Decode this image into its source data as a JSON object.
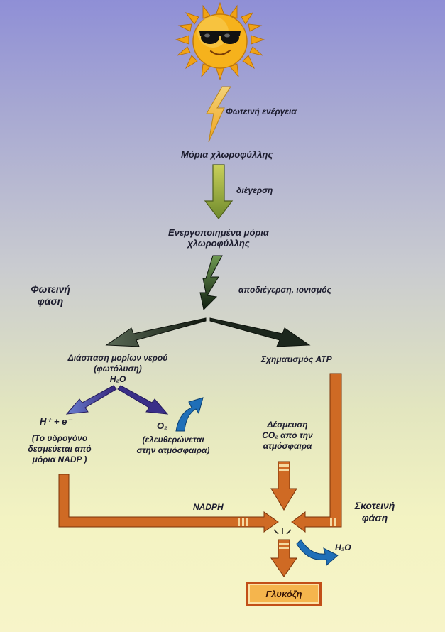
{
  "labels": {
    "light_energy": "Φωτεινή ενέργεια",
    "chlorophyll": "Μόρια χλωροφύλλης",
    "excitation": "διέγερση",
    "activated_line1": "Ενεργοποιημένα μόρια",
    "activated_line2": "χλωροφύλλης",
    "deexcitation": "αποδιέγερση, ιονισμός",
    "light_phase_line1": "Φωτεινή",
    "light_phase_line2": "φάση",
    "water_split_line1": "Διάσπαση μορίων νερού",
    "water_split_line2": "(φωτόλυση)",
    "water_formula": "H₂O",
    "atp_formation": "Σχηματισμός ATP",
    "h_electron": "H⁺ + e⁻",
    "hydrogen_line1": "(Το υδρογόνο",
    "hydrogen_line2": "δεσμεύεται από",
    "hydrogen_line3": "μόρια NADP )",
    "oxygen_formula": "O₂",
    "released_line1": "(ελευθερώνεται",
    "released_line2": "στην ατμόσφαιρα)",
    "co2_line1": "Δέσμευση",
    "co2_line2": "CO₂ από την",
    "co2_line3": "ατμόσφαιρα",
    "nadph": "NADPH",
    "dark_phase_line1": "Σκοτεινή",
    "dark_phase_line2": "φάση",
    "water_out": "H₂O",
    "glucose": "Γλυκόζη"
  },
  "icons": {
    "sun": "sun-with-sunglasses-icon",
    "lightning_1": "lightning-bolt-icon",
    "lightning_2": "lightning-bolt-icon",
    "arrow_orange": "orange-arrow-icon",
    "arrow_blue": "blue-curved-arrow-icon"
  },
  "colors": {
    "sun": "#f6b21c",
    "sun_ray": "#f0a214",
    "bolt_1": "#f5c24a",
    "bolt_2": "#203a24",
    "green_arrow": "#8da63a",
    "dark_arrow": "#1e2a1f",
    "purple_arrow": "#4c3f97",
    "blue_arrow": "#1f6fb8",
    "orange_arrow": "#cf6a24",
    "glucose_fill": "#f5b54d",
    "glucose_border": "#c24f18"
  }
}
